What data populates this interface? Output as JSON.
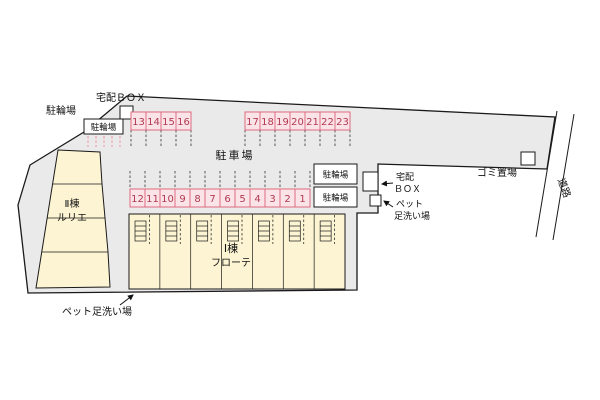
{
  "colors": {
    "site_fill": "#eaeaea",
    "building_fill": "#fcf4d2",
    "stall_fill": "#fbe4e8",
    "stall_border": "#dd6b7f",
    "stall_number": "#b23a52",
    "bike_dash": "#ec93a6"
  },
  "labels": {
    "bike_area_top_left": "駐輪場",
    "bike_box_left": "駐輪場",
    "delivery_box_top": "宅配ＢＯＸ",
    "parking_lot": "駐車場",
    "bike_box_right_upper": "駐輪場",
    "bike_box_right_lower": "駐輪場",
    "delivery_right_line1": "宅配",
    "delivery_right_line2": "ＢＯＸ",
    "pet_right_line1": "ペット",
    "pet_right_line2": "足洗い場",
    "garbage_area": "ゴミ置場",
    "road": "道路",
    "building2_number": "Ⅱ棟",
    "building2_name": "ルリエ",
    "building1_number": "Ⅰ棟",
    "building1_name": "フローテ",
    "pet_wash_bottom": "ペット足洗い場"
  },
  "parking": {
    "row_top_left": [
      "13",
      "14",
      "15",
      "16"
    ],
    "row_top_right": [
      "17",
      "18",
      "19",
      "20",
      "21",
      "22",
      "23"
    ],
    "row_bottom": [
      "12",
      "11",
      "10",
      "9",
      "8",
      "7",
      "6",
      "5",
      "4",
      "3",
      "2",
      "1"
    ]
  }
}
